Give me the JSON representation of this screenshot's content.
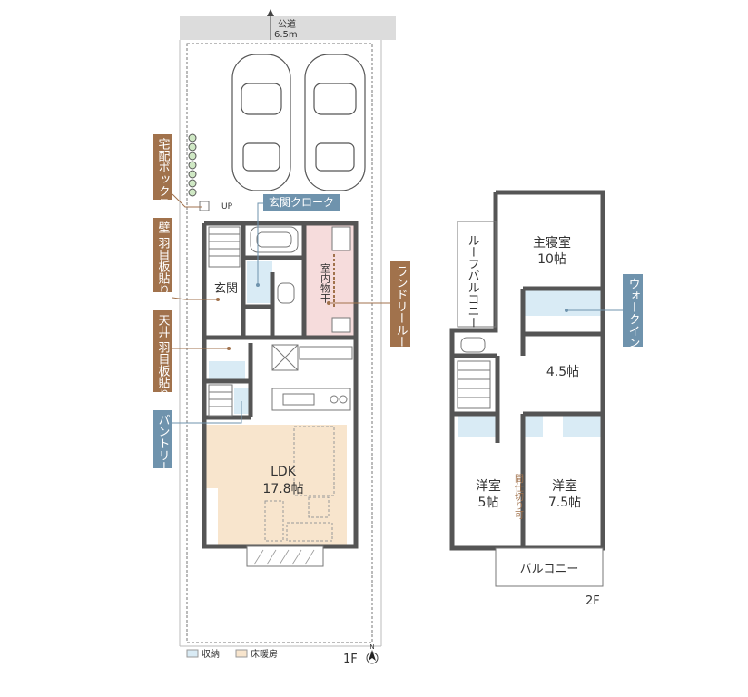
{
  "road": {
    "name": "公道",
    "width": "6.5m"
  },
  "floor1": {
    "label": "1F",
    "up_label": "UP",
    "rooms": {
      "entrance": "玄関",
      "drying": "室内物干",
      "ldk_name": "LDK",
      "ldk_size": "17.8帖"
    },
    "callouts": {
      "delivery_box": "宅配ボックス",
      "wall_panel": "壁 羽目板貼り",
      "ceiling_panel": "天井 羽目板貼り",
      "pantry": "パントリー",
      "entry_closet": "玄関クローク",
      "laundry_room": "ランドリールーム"
    }
  },
  "floor2": {
    "label": "2F",
    "rooms": {
      "roof_balcony": "ルーフバルコニー",
      "master_name": "主寝室",
      "master_size": "10帖",
      "room45": "4.5帖",
      "western5_name": "洋室",
      "western5_size": "5帖",
      "western75_name": "洋室",
      "western75_size": "7.5帖",
      "partition": "間仕切り可",
      "balcony": "バルコニー"
    },
    "callouts": {
      "walkin_closet": "ウォークインクローゼット"
    }
  },
  "legend": [
    {
      "label": "収納",
      "color": "#d9ebf5"
    },
    {
      "label": "床暖房",
      "color": "#f8e5cd"
    }
  ],
  "north_label": "N",
  "colors": {
    "callout_brown": "#a1724c",
    "callout_blue": "#6f93ad",
    "storage": "#d9ebf5",
    "floor_heating": "#f8e5cd",
    "laundry": "#f6dcdc"
  }
}
